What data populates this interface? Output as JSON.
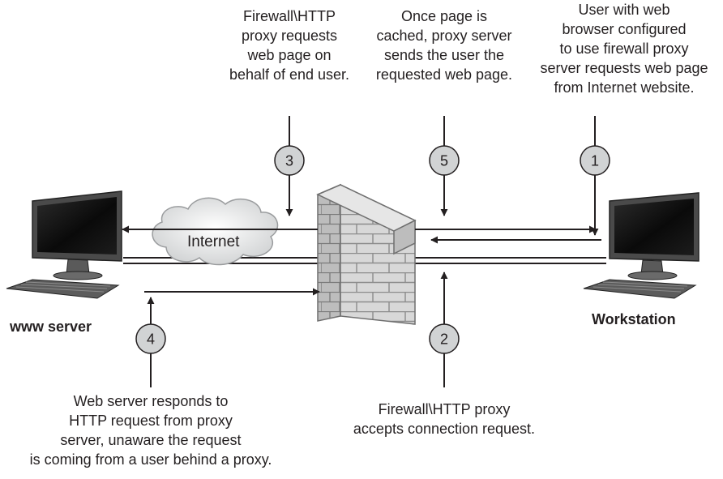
{
  "captions": {
    "step3": [
      "Firewall\\HTTP",
      "proxy requests",
      "web page on",
      "behalf of end user."
    ],
    "step5": [
      "Once page is",
      "cached, proxy server",
      "sends the user the",
      "requested web page."
    ],
    "step1": [
      "User with web",
      "browser configured",
      "to use firewall proxy",
      "server requests web page",
      "from Internet website."
    ],
    "step4": [
      "Web server responds to",
      "HTTP request from proxy",
      "server, unaware the request",
      "is coming from a user behind a proxy."
    ],
    "step2": [
      "Firewall\\HTTP proxy",
      "accepts connection request."
    ]
  },
  "step_numbers": {
    "s1": "1",
    "s2": "2",
    "s3": "3",
    "s4": "4",
    "s5": "5"
  },
  "labels": {
    "www_server": "www server",
    "workstation": "Workstation",
    "internet": "Internet"
  },
  "colors": {
    "line": "#231f20",
    "circle_fill": "#d1d3d4",
    "wall": "#d9d9d9",
    "monitor": "#3a3a3a",
    "screen": "#0f0f0f"
  }
}
